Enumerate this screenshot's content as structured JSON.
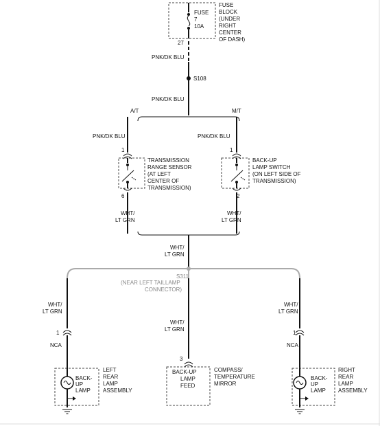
{
  "colors": {
    "wire": "#111111",
    "gray_wire": "#aaaaaa",
    "gray_text": "#8a8a8a",
    "background": "#ffffff"
  },
  "fuse": {
    "label": "FUSE",
    "number": "7",
    "rating": "10A",
    "pin": "27",
    "location": [
      "BLOCK",
      "(UNDER",
      "RIGHT",
      "CENTER",
      "OF DASH)"
    ],
    "location_title": "FUSE"
  },
  "wires": {
    "pnk_dk_blu": "PNK/DK BLU",
    "wht": "WHT/",
    "lt_grn": "LT GRN"
  },
  "splice_s108": "S108",
  "branch_at": "A/T",
  "branch_mt": "M/T",
  "trs": {
    "pin_in": "1",
    "pin_out": "6",
    "label": [
      "TRANSMISSION",
      "RANGE SENSOR",
      "(AT LEFT",
      "CENTER OF",
      "TRANSMISSION)"
    ]
  },
  "bus": {
    "pin_in": "1",
    "pin_out": "2",
    "label": [
      "BACK-UP",
      "LAMP SWITCH",
      "(ON LEFT SIDE OF",
      "TRANSMISSION)"
    ]
  },
  "splice_s311": {
    "id": "S311",
    "location": [
      "(NEAR LEFT TAILLAMP",
      "CONNECTOR)"
    ]
  },
  "left_lamp": {
    "pin": "1",
    "nca": "NCA",
    "inner": [
      "BACK-",
      "UP",
      "LAMP"
    ],
    "label": [
      "LEFT",
      "REAR",
      "LAMP",
      "ASSEMBLY"
    ]
  },
  "right_lamp": {
    "pin": "1",
    "nca": "NCA",
    "inner": [
      "BACK-",
      "UP",
      "LAMP"
    ],
    "label": [
      "RIGHT",
      "REAR",
      "LAMP",
      "ASSEMBLY"
    ]
  },
  "mirror": {
    "pin": "3",
    "inner": [
      "BACK-UP",
      "LAMP",
      "FEED"
    ],
    "label": [
      "COMPASS/",
      "TEMPERATURE",
      "MIRROR"
    ]
  }
}
